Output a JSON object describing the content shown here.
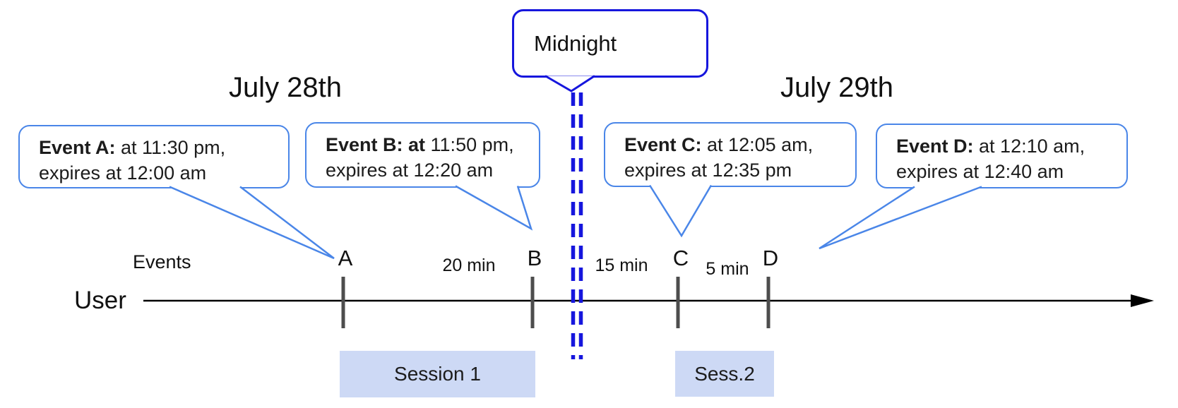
{
  "titles": {
    "day_left": "July 28th",
    "day_right": "July 29th"
  },
  "midnight_callout": {
    "text": "Midnight"
  },
  "timeline": {
    "actor_label": "User",
    "events_label": "Events"
  },
  "events": [
    {
      "label": "A",
      "callout_bold": "Event A:",
      "callout_rest": " at 11:30 pm,",
      "callout_line2": "expires at 12:00 am"
    },
    {
      "label": "B",
      "callout_bold": "Event B: at",
      "callout_rest": " 11:50 pm,",
      "callout_line2": "expires at 12:20 am"
    },
    {
      "label": "C",
      "callout_bold": "Event C:",
      "callout_rest": " at 12:05 am,",
      "callout_line2": "expires at 12:35 pm"
    },
    {
      "label": "D",
      "callout_bold": "Event D:",
      "callout_rest": " at 12:10 am,",
      "callout_line2": "expires at 12:40 am"
    }
  ],
  "intervals": [
    {
      "text": "20 min"
    },
    {
      "text": "15 min"
    },
    {
      "text": "5 min"
    }
  ],
  "sessions": [
    {
      "text": "Session 1"
    },
    {
      "text": "Sess.2"
    }
  ],
  "colors": {
    "callout_border_blue": "#4a86e8",
    "midnight_blue": "#1616dd",
    "session_fill": "#cdd9f5",
    "tick_gray": "#4d4d4d",
    "timeline_black": "#000000",
    "text": "#1c1c1c"
  }
}
